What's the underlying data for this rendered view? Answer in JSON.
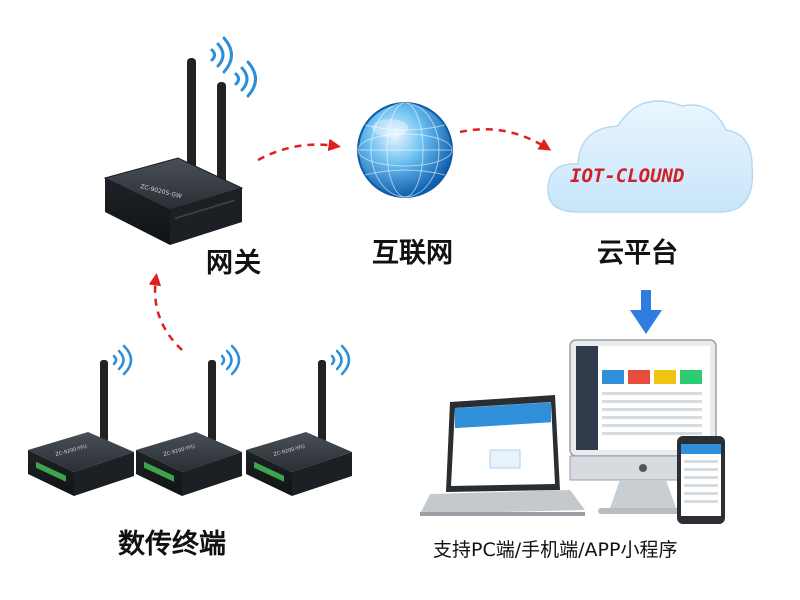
{
  "nodes": {
    "gateway": {
      "label": "网关",
      "device_text": "ZC-9020S-GW"
    },
    "internet": {
      "label": "互联网"
    },
    "cloud": {
      "label": "云平台",
      "cloud_text": "IOT-CLOUND"
    },
    "terminals": {
      "label": "数传终端",
      "device_text": "ZC-9200-YFU"
    },
    "clients": {
      "caption": "支持PC端/手机端/APP小程序"
    }
  },
  "colors": {
    "arrow_red": "#e02020",
    "arrow_blue": "#2f7de1",
    "cloud_fill": "#d8eefc",
    "cloud_text": "#d0202a",
    "wifi": "#2d8fd8",
    "device_body": "#2b2f35",
    "globe": "#2a8fd8"
  }
}
